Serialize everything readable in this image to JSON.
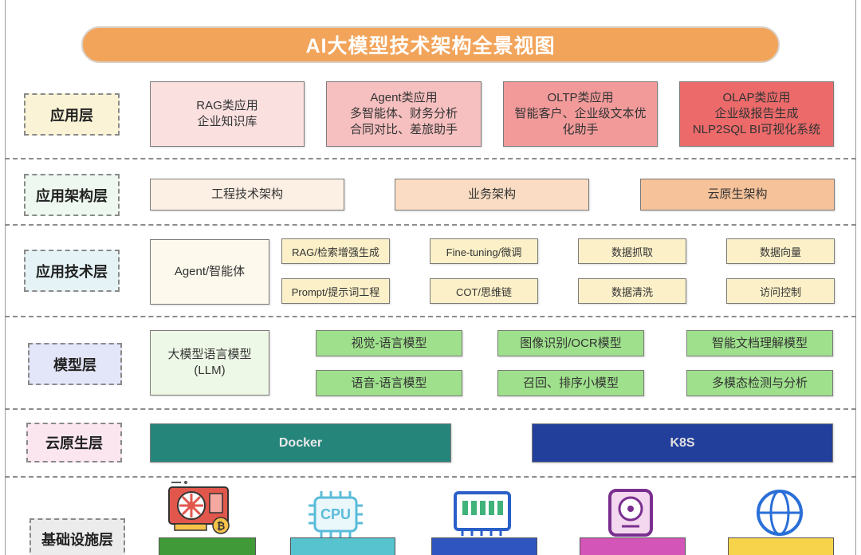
{
  "title": "AI大模型技术架构全景视图",
  "colors": {
    "title_bg": "#f2a45a",
    "label_app": "#fbf3d6",
    "label_arch": "#eef8f0",
    "label_tech": "#e6f3f6",
    "label_model": "#e3e6f8",
    "label_cloud": "#fbe6ef",
    "label_infra": "#ececec",
    "docker": "#26857b",
    "k8s": "#233f9c",
    "model_green": "#9fe08c",
    "tech_yellow": "#fbf0c8"
  },
  "layers": {
    "app": {
      "label": "应用层",
      "boxes": [
        {
          "lines": [
            "RAG类应用",
            "企业知识库"
          ]
        },
        {
          "lines": [
            "Agent类应用",
            "多智能体、财务分析",
            "合同对比、差旅助手"
          ]
        },
        {
          "lines": [
            "OLTP类应用",
            "智能客户、企业级文本优",
            "化助手"
          ]
        },
        {
          "lines": [
            "OLAP类应用",
            "企业级报告生成",
            "NLP2SQL BI可视化系统"
          ]
        }
      ]
    },
    "arch": {
      "label": "应用架构层",
      "boxes": [
        "工程技术架构",
        "业务架构",
        "云原生架构"
      ]
    },
    "tech": {
      "label": "应用技术层",
      "main": "Agent/智能体",
      "items": [
        "RAG/检索增强生成",
        "Fine-tuning/微调",
        "数据抓取",
        "数据向量",
        "Prompt/提示词工程",
        "COT/思维链",
        "数据清洗",
        "访问控制"
      ]
    },
    "model": {
      "label": "模型层",
      "main": [
        "大模型语言模型",
        "(LLM)"
      ],
      "items": [
        "视觉-语言模型",
        "图像识别/OCR模型",
        "智能文档理解模型",
        "语音-语言模型",
        "召回、排序小模型",
        "多模态检测与分析"
      ]
    },
    "cloud": {
      "label": "云原生层",
      "docker": "Docker",
      "k8s": "K8S"
    },
    "infra": {
      "label": "基础设施层",
      "icons": [
        "gpu-icon",
        "cpu-icon",
        "ram-icon",
        "hdd-icon",
        "network-icon"
      ],
      "cpu_text": "CPU"
    }
  }
}
